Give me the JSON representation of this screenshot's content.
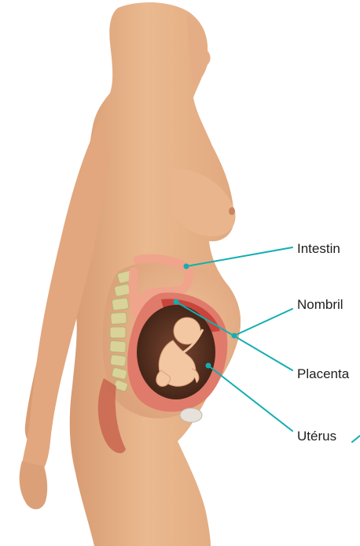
{
  "labels": {
    "intestin": "Intestin",
    "nombril": "Nombril",
    "placenta": "Placenta",
    "uterus": "Utérus"
  },
  "colors": {
    "leader_line": "#13aeb0",
    "skin": "#e8b48c",
    "skin_shadow": "#c88c64",
    "intestine": "#f0a48c",
    "spine": "#d8d49a",
    "uterus_wall": "#e07a6a",
    "amniotic_cavity": "#5a3222",
    "fetus": "#f2c4a0",
    "label_text": "#1e1e1e",
    "background": "#ffffff"
  }
}
